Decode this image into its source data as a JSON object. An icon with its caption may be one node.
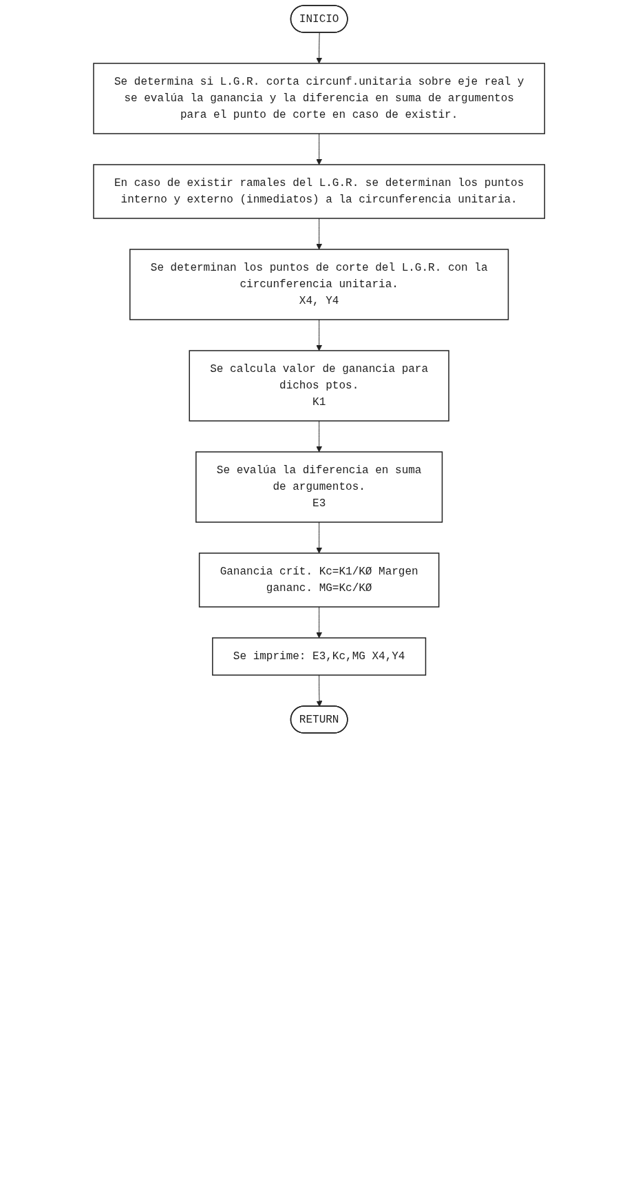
{
  "diagram": {
    "nodes": [
      {
        "text": [
          "INICIO"
        ]
      },
      {
        "text": [
          "Se determina si L.G.R. corta circunf.unitaria sobre eje real y se evalúa la ganancia y la diferencia en suma de argumentos para el punto de corte en caso de existir."
        ]
      },
      {
        "text": [
          "En caso de existir ramales del L.G.R. se determinan los puntos interno y externo (inmediatos) a la circunferencia unitaria."
        ]
      },
      {
        "text": [
          "Se determinan los puntos de corte del L.G.R. con la circunferencia unitaria.",
          "X4, Y4"
        ]
      },
      {
        "text": [
          "Se calcula valor de ganancia para dichos ptos.",
          "K1"
        ]
      },
      {
        "text": [
          "Se evalúa la diferencia en suma de argumentos.",
          "E3"
        ]
      },
      {
        "text": [
          "Ganancia crít. Kc=K1/KØ Margen gananc. MG=Kc/KØ"
        ]
      },
      {
        "text": [
          "Se imprime: E3,Kc,MG X4,Y4"
        ]
      },
      {
        "text": [
          "RETURN"
        ]
      }
    ],
    "edges": [
      {
        "from": 0,
        "to": 1,
        "arrow": "to"
      },
      {
        "from": 1,
        "to": 2,
        "arrow": "to"
      },
      {
        "from": 2,
        "to": 3,
        "arrow": "to"
      },
      {
        "from": 3,
        "to": 4,
        "arrow": "to"
      },
      {
        "from": 4,
        "to": 5,
        "arrow": "to"
      },
      {
        "from": 5,
        "to": 6,
        "arrow": "to"
      },
      {
        "from": 6,
        "to": 7,
        "arrow": "to"
      },
      {
        "from": 7,
        "to": 8,
        "arrow": "to"
      }
    ]
  }
}
